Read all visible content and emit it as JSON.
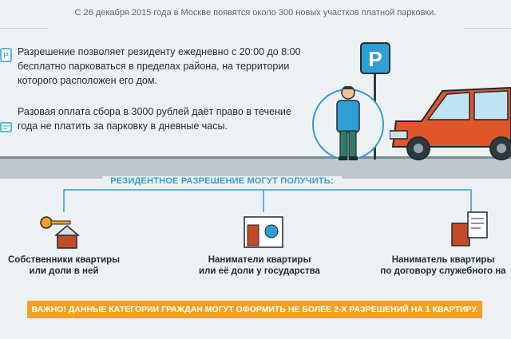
{
  "header": {
    "text": "С 26 декабря 2015 года в Москве появятся около 300 новых участков платной парковки."
  },
  "info": {
    "p1": "Разрешение позволяет резиденту ежедневно с 20:00 до 8:00 бесплатно парковаться в пределах района, на территории которого расположен его дом.",
    "p2": "Разовая оплата сбора в 3000 рублей даёт право в течение года не платить за парковку в дневные часы."
  },
  "sign": {
    "letter": "P"
  },
  "subtitle": "РЕЗИДЕНТНОЕ РАЗРЕШЕНИЕ МОГУТ ПОЛУЧИТЬ:",
  "categories": [
    {
      "label_1": "Собственники квартиры",
      "label_2": "или доли в ней"
    },
    {
      "label_1": "Наниматели квартиры",
      "label_2": "или её доли у государства"
    },
    {
      "label_1": "Наниматель квартиры",
      "label_2": "по договору служебного на"
    }
  ],
  "warning": "ВАЖНО! ДАННЫЕ КАТЕГОРИИ ГРАЖДАН МОГУТ ОФОРМИТЬ НЕ БОЛЕЕ 2-Х РАЗРЕШЕНИЙ НА 1 КВАРТИРУ.",
  "colors": {
    "accent": "#2f9fd3",
    "warning": "#f3a025",
    "car": "#e0562b"
  }
}
